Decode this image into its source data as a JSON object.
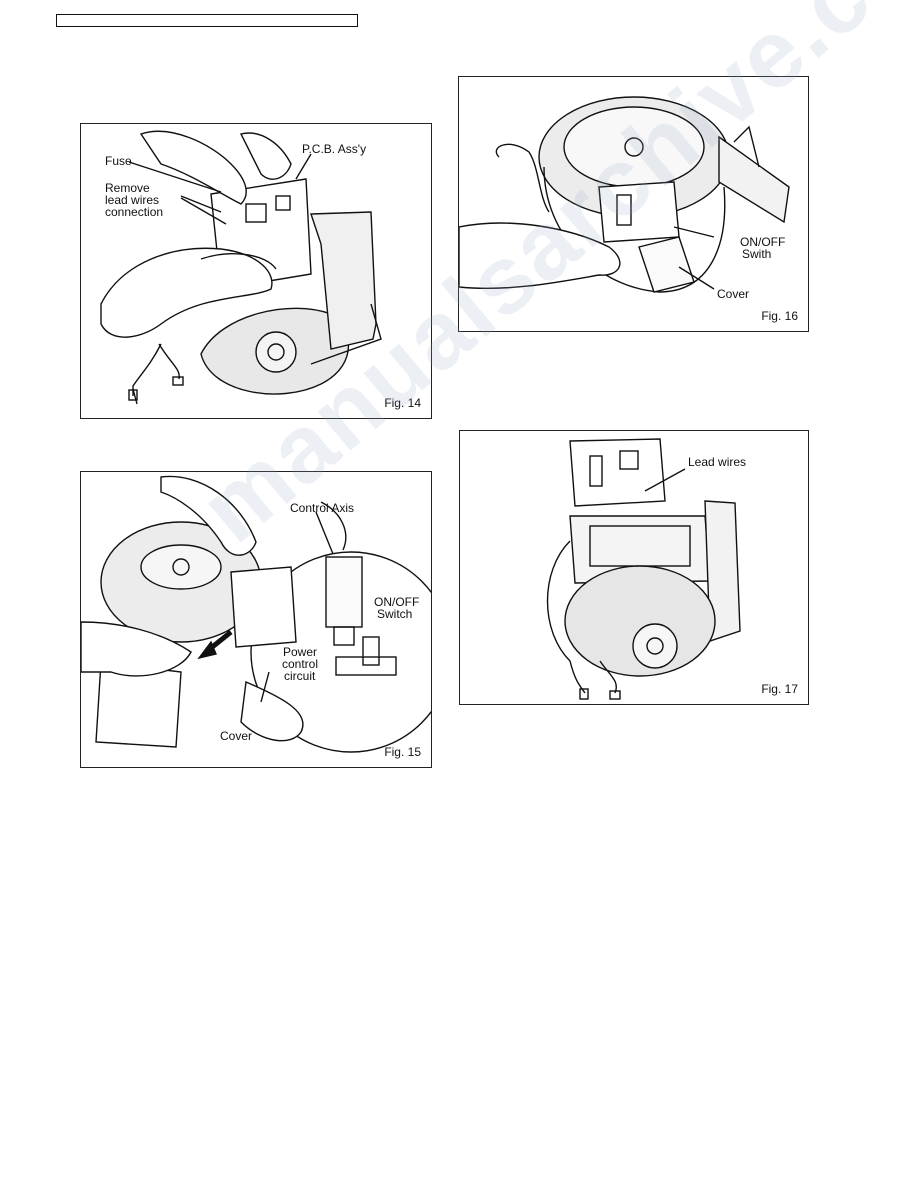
{
  "header": {
    "box_text": ""
  },
  "figures": {
    "fig14": {
      "caption": "Fig. 14",
      "labels": {
        "fuse": "Fuse",
        "remove": "Remove",
        "lead_wires": "lead wires",
        "connection": "connection",
        "pcb": "P.C.B. Ass'y"
      }
    },
    "fig15": {
      "caption": "Fig. 15",
      "labels": {
        "control_axis": "Control Axis",
        "onoff": "ON/OFF",
        "switch": "Switch",
        "power": "Power",
        "control": "control",
        "circuit": "circuit",
        "cover": "Cover"
      }
    },
    "fig16": {
      "caption": "Fig. 16",
      "labels": {
        "onoff": "ON/OFF",
        "swith": "Swith",
        "cover": "Cover"
      }
    },
    "fig17": {
      "caption": "Fig. 17",
      "labels": {
        "lead_wires": "Lead wires"
      }
    }
  },
  "watermark": "manualsarchive.com"
}
